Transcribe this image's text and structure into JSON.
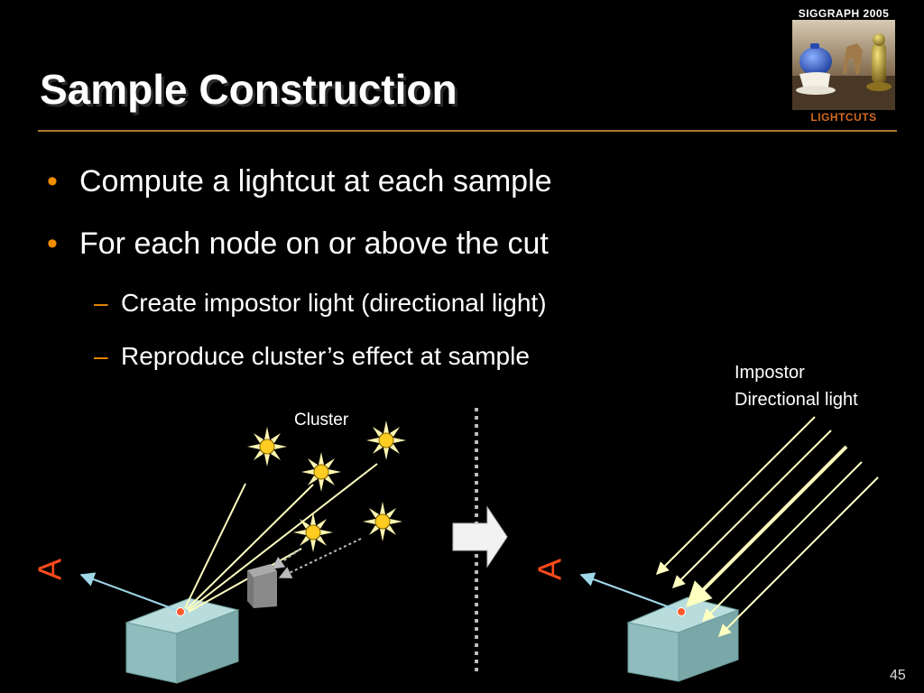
{
  "slide": {
    "title": "Sample Construction",
    "page_number": "45"
  },
  "logo": {
    "top_text": "SIGGRAPH 2005",
    "bottom_text": "LIGHTCUTS"
  },
  "bullets": [
    {
      "text": "Compute a lightcut at each sample"
    },
    {
      "text": "For each node on or above the cut"
    }
  ],
  "sub_bullets": [
    {
      "text": "Create impostor light (directional light)"
    },
    {
      "text": "Reproduce cluster’s effect at sample"
    }
  ],
  "bullet_marker": "•",
  "sub_bullet_marker": "–",
  "diagram": {
    "cluster_label": "Cluster",
    "impostor_label_line1": "Impostor",
    "impostor_label_line2": "Directional light",
    "eye_glyph": "A"
  },
  "colors": {
    "accent": "#f08c00",
    "rule": "#b07a2e",
    "box": "#8fbcbc",
    "ray": "#ffffc0",
    "view_ray": "#9fd8e8",
    "sample_point": "#ff5a2a",
    "eye_glyph": "#ff4a1a"
  },
  "icons": [
    "light-source-icon",
    "eye-icon",
    "right-arrow-icon",
    "occluder-cube-icon"
  ]
}
